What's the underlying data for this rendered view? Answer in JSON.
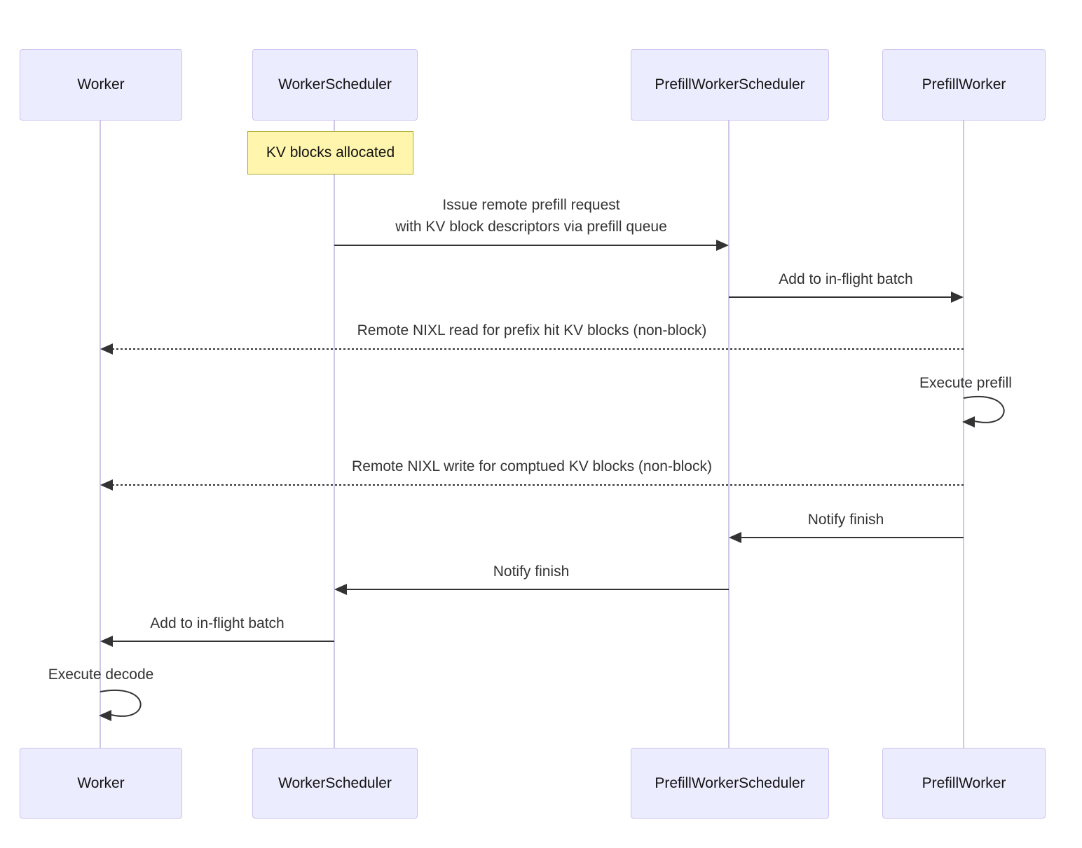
{
  "actors": [
    {
      "name": "Worker"
    },
    {
      "name": "WorkerScheduler"
    },
    {
      "name": "PrefillWorkerScheduler"
    },
    {
      "name": "PrefillWorker"
    }
  ],
  "note": {
    "text": "KV blocks allocated"
  },
  "messages": [
    {
      "from": "WorkerScheduler",
      "to": "PrefillWorkerScheduler",
      "line_style": "solid",
      "lines": [
        "Issue remote prefill request",
        "with KV block descriptors via prefill queue"
      ]
    },
    {
      "from": "PrefillWorkerScheduler",
      "to": "PrefillWorker",
      "line_style": "solid",
      "text": "Add to in-flight batch"
    },
    {
      "from": "PrefillWorker",
      "to": "Worker",
      "line_style": "dashed",
      "text": "Remote NIXL read for prefix hit KV blocks (non-block)"
    },
    {
      "actor": "PrefillWorker",
      "line_style": "self-loop",
      "text": "Execute prefill"
    },
    {
      "from": "PrefillWorker",
      "to": "Worker",
      "line_style": "dashed",
      "text": "Remote NIXL write for comptued KV blocks (non-block)"
    },
    {
      "from": "PrefillWorker",
      "to": "PrefillWorkerScheduler",
      "line_style": "solid",
      "text": "Notify finish"
    },
    {
      "from": "PrefillWorkerScheduler",
      "to": "WorkerScheduler",
      "line_style": "solid",
      "text": "Notify finish"
    },
    {
      "from": "WorkerScheduler",
      "to": "Worker",
      "line_style": "solid",
      "text": "Add to in-flight batch"
    },
    {
      "actor": "Worker",
      "line_style": "self-loop",
      "text": "Execute decode"
    }
  ],
  "colors": {
    "actor_fill": "#ECECFF",
    "actor_border": "#CDC2EE",
    "lifeline": "#CFC6E8",
    "note_fill": "#FFF5AD",
    "note_border": "#AAAA33",
    "arrow": "#333333",
    "message_text": "#333333"
  }
}
